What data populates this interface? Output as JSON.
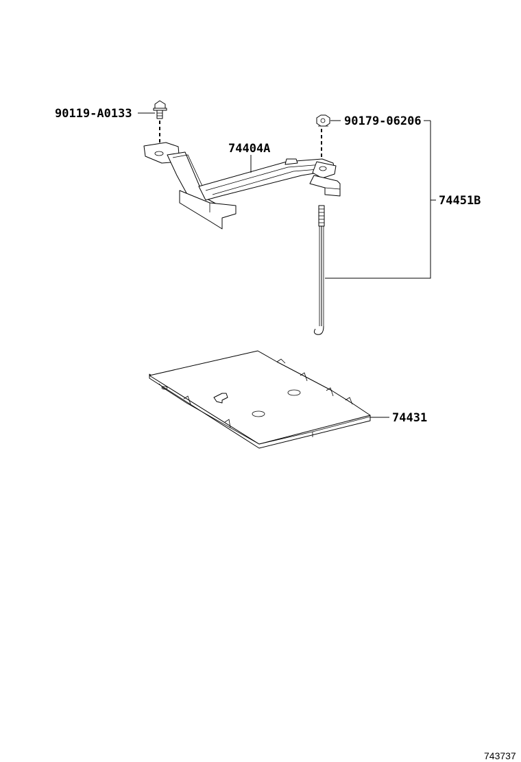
{
  "parts": {
    "bolt": "90119-A0133",
    "nut": "90179-06206",
    "clamp": "74404A",
    "rod_set": "74451B",
    "tray": "74431"
  },
  "diagram_ref": "743737",
  "line_color": "#000000",
  "background_color": "#ffffff"
}
